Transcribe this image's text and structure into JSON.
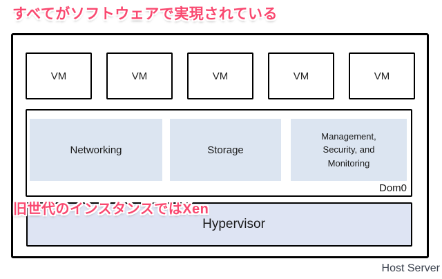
{
  "annotations": {
    "top": "すべてがソフトウェアで実現されている",
    "xen": "旧世代のインスタンスではXen"
  },
  "host": {
    "caption": "Host Server",
    "vms": [
      {
        "label": "VM"
      },
      {
        "label": "VM"
      },
      {
        "label": "VM"
      },
      {
        "label": "VM"
      },
      {
        "label": "VM"
      }
    ],
    "dom0": {
      "badge": "Dom0",
      "components": [
        {
          "label": "Networking"
        },
        {
          "label": "Storage"
        },
        {
          "label": "Management,\nSecurity, and\nMonitoring"
        }
      ]
    },
    "hypervisor": {
      "label": "Hypervisor"
    }
  },
  "colors": {
    "annotation_pink": "#f9486f",
    "component_fill": "#dce5f1",
    "hypervisor_fill": "#dee4f3",
    "box_border": "#000000",
    "caption_gray": "#3a414d",
    "background": "#ffffff"
  }
}
